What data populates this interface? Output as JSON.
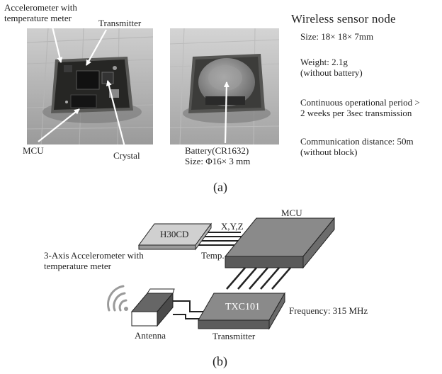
{
  "photo_a": {
    "callouts": {
      "accelerometer": [
        "Accelerometer with",
        "temperature meter"
      ],
      "transmitter": "Transmitter",
      "mcu": "MCU",
      "crystal": "Crystal"
    }
  },
  "photo_b": {
    "battery": [
      "Battery(CR1632)",
      "Size: Φ16× 3 mm"
    ]
  },
  "specs": {
    "title": "Wireless sensor node",
    "items": [
      [
        "Size: 18× 18× 7mm"
      ],
      [
        "Weight: 2.1g",
        "(without battery)"
      ],
      [
        "Continuous operational period >",
        "2 weeks per 3sec transmission"
      ],
      [
        "Communication distance: 50m",
        "(without block)"
      ]
    ]
  },
  "caption_a": "(a)",
  "diagram": {
    "accel_chip": "H30CD",
    "accel_label": [
      "3-Axis Accelerometer with",
      "temperature meter"
    ],
    "xyz_label": "X,Y,Z",
    "temp_label": "Temp.",
    "mcu_label": "MCU",
    "transmitter_chip": "TXC101",
    "transmitter_label": "Transmitter",
    "frequency_label": "Frequency: 315 MHz",
    "antenna_label": "Antenna"
  },
  "caption_b": "(b)"
}
